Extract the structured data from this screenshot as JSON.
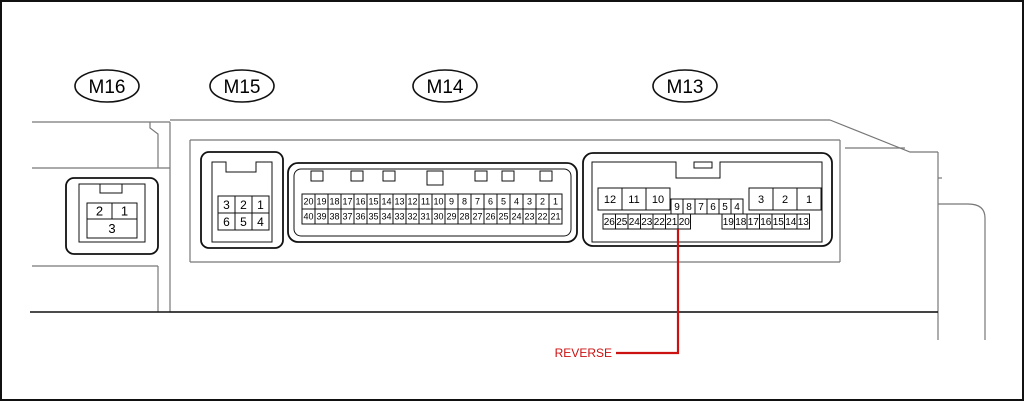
{
  "connectors": {
    "m16": {
      "label": "M16",
      "top_pins": [
        "2",
        "1"
      ],
      "bottom_pins": [
        "3"
      ]
    },
    "m15": {
      "label": "M15",
      "top_pins": [
        "3",
        "2",
        "1"
      ],
      "bottom_pins": [
        "6",
        "5",
        "4"
      ]
    },
    "m14": {
      "label": "M14",
      "top_pins": [
        "20",
        "19",
        "18",
        "17",
        "16",
        "15",
        "14",
        "13",
        "12",
        "11",
        "10",
        "9",
        "8",
        "7",
        "6",
        "5",
        "4",
        "3",
        "2",
        "1"
      ],
      "bottom_pins": [
        "40",
        "39",
        "38",
        "37",
        "36",
        "35",
        "34",
        "33",
        "32",
        "31",
        "30",
        "29",
        "28",
        "27",
        "26",
        "25",
        "24",
        "23",
        "22",
        "21"
      ]
    },
    "m13": {
      "label": "M13",
      "left_top_pins": [
        "12",
        "11",
        "10"
      ],
      "middle_top_pins": [
        "9",
        "8",
        "7",
        "6",
        "5",
        "4"
      ],
      "right_top_pins": [
        "3",
        "2",
        "1"
      ],
      "left_bottom_pins": [
        "26",
        "25",
        "24",
        "23",
        "22",
        "21",
        "20"
      ],
      "right_bottom_pins": [
        "19",
        "18",
        "17",
        "16",
        "15",
        "14",
        "13"
      ]
    }
  },
  "callout": {
    "label": "REVERSE",
    "pin": "21",
    "color": "#cc1111"
  }
}
